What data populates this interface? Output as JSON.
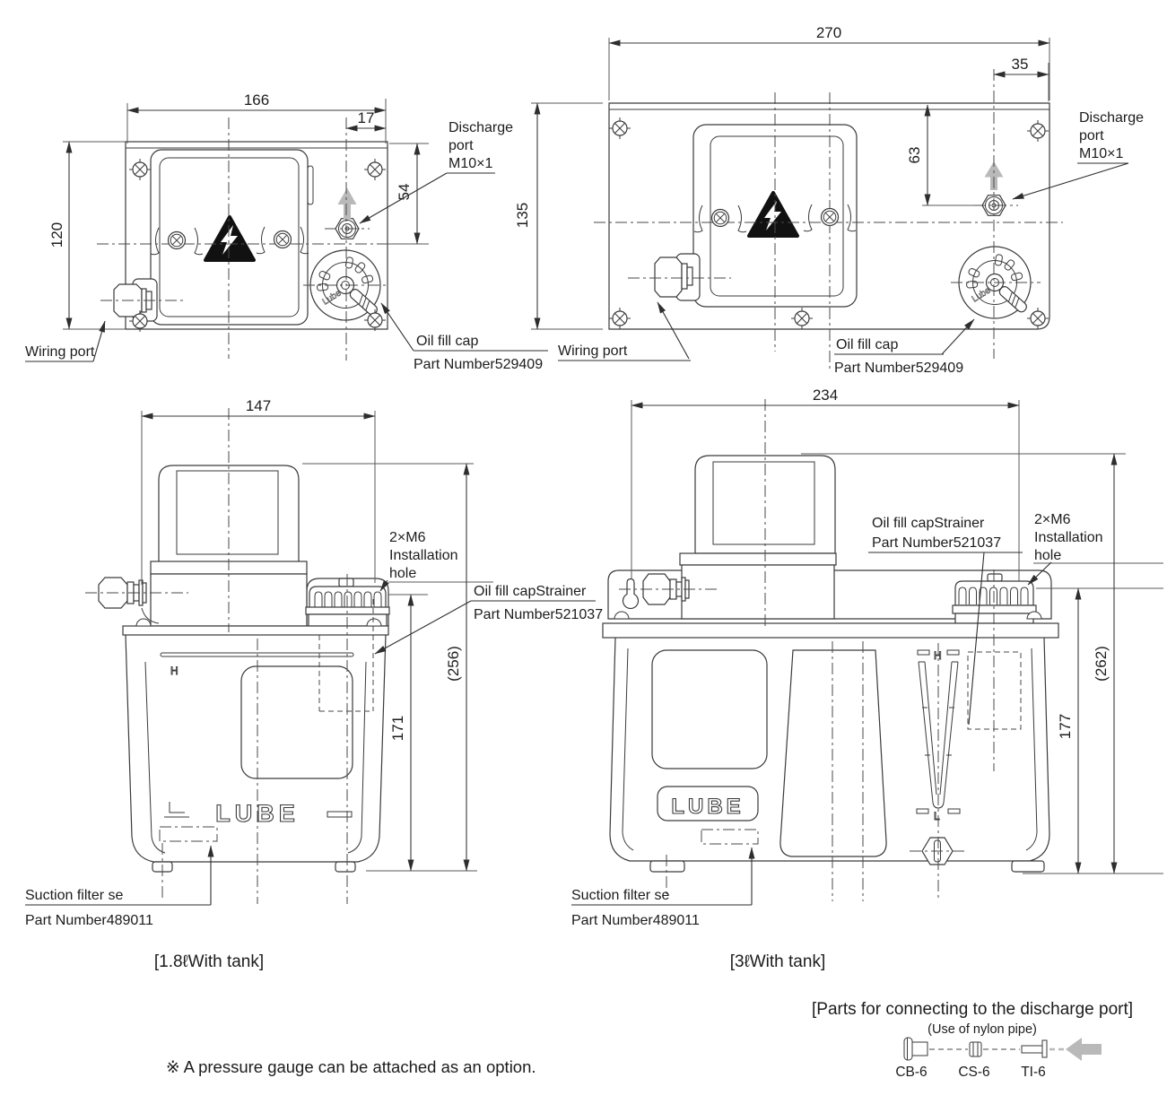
{
  "d": {
    "top18l": {
      "w": "166",
      "off": "17",
      "h": "120",
      "port": "54",
      "discharge1": "Discharge",
      "discharge2": "port",
      "discharge3": "M10×1",
      "wiring": "Wiring port",
      "cap1": "Oil fill cap",
      "cap2": "Part Number529409",
      "cap_engraving": "Lube"
    },
    "top3l": {
      "w": "270",
      "off": "35",
      "h": "135",
      "port": "63",
      "discharge1": "Discharge",
      "discharge2": "port",
      "discharge3": "M10×1",
      "wiring": "Wiring port",
      "cap1": "Oil fill cap",
      "cap2": "Part Number529409",
      "cap_engraving": "Lube"
    },
    "front18l": {
      "w": "147",
      "tank": "171",
      "total": "(256)",
      "m61": "2×M6",
      "m62": "Installation",
      "m63": "hole",
      "strainer1": "Oil fill capStrainer",
      "strainer2": "Part Number521037",
      "suction1": "Suction filter se",
      "suction2": "Part Number489011",
      "level_h": "H",
      "logo": "LUBE",
      "caption": "[1.8ℓWith tank]"
    },
    "front3l": {
      "w": "234",
      "tank": "177",
      "total": "(262)",
      "m61": "2×M6",
      "m62": "Installation",
      "m63": "hole",
      "strainer1": "Oil fill capStrainer",
      "strainer2": "Part Number521037",
      "suction1": "Suction filter se",
      "suction2": "Part Number489011",
      "level_h": "H",
      "level_l": "L",
      "logo": "LUBE",
      "caption": "[3ℓWith tank]"
    },
    "parts": {
      "title": "[Parts for connecting to the discharge port]",
      "subtitle": "(Use of nylon pipe)",
      "items": [
        "CB-6",
        "CS-6",
        "TI-6"
      ]
    },
    "note": "※ A pressure gauge can be attached as an option.",
    "colors": {
      "line": "#3a3a3a",
      "arrow_gray": "#b9b9b9"
    }
  }
}
